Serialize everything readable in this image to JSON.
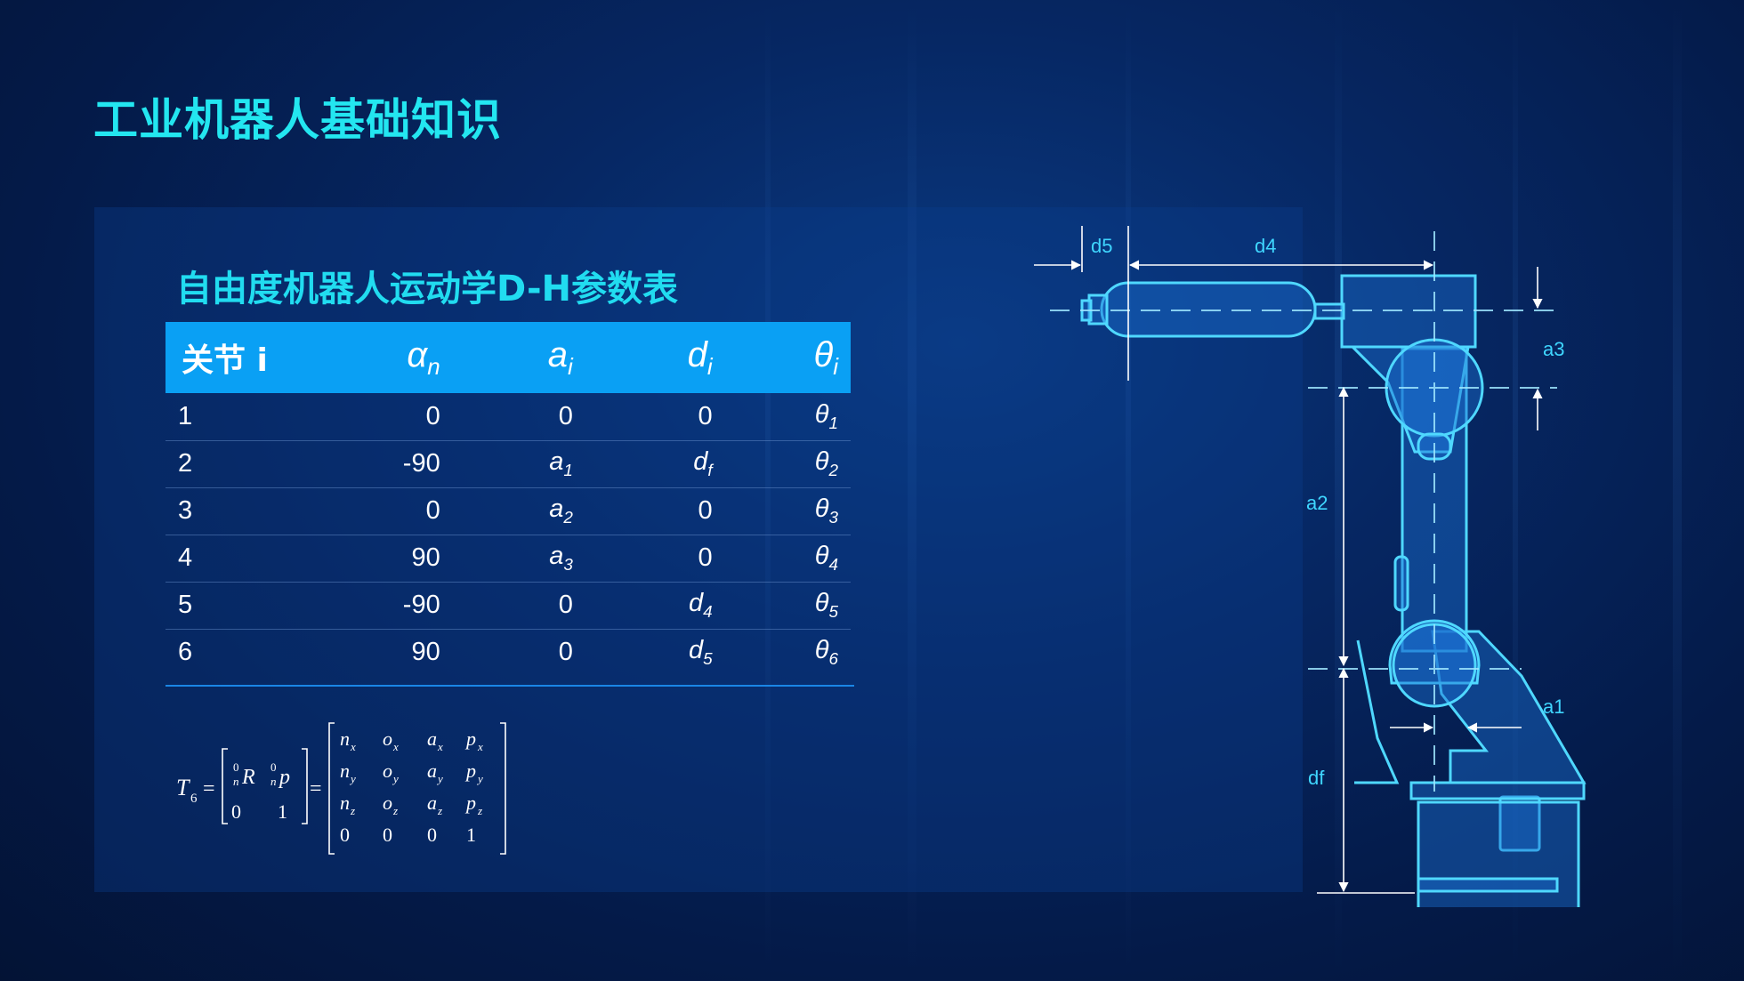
{
  "title": "工业机器人基础知识",
  "subtitle": "自由度机器人运动学D-H参数表",
  "table": {
    "headers": [
      {
        "base": "关节 i",
        "sub": ""
      },
      {
        "base": "α",
        "sub": "n"
      },
      {
        "base": "a",
        "sub": "i"
      },
      {
        "base": "d",
        "sub": "i"
      },
      {
        "base": "θ",
        "sub": "i"
      }
    ],
    "rows": [
      {
        "joint": "1",
        "alpha": "0",
        "a": {
          "base": "0",
          "sub": ""
        },
        "d": {
          "base": "0",
          "sub": ""
        },
        "theta": {
          "base": "θ",
          "sub": "1"
        }
      },
      {
        "joint": "2",
        "alpha": "-90",
        "a": {
          "base": "a",
          "sub": "1"
        },
        "d": {
          "base": "d",
          "sub": "f"
        },
        "theta": {
          "base": "θ",
          "sub": "2"
        }
      },
      {
        "joint": "3",
        "alpha": "0",
        "a": {
          "base": "a",
          "sub": "2"
        },
        "d": {
          "base": "0",
          "sub": ""
        },
        "theta": {
          "base": "θ",
          "sub": "3"
        }
      },
      {
        "joint": "4",
        "alpha": "90",
        "a": {
          "base": "a",
          "sub": "3"
        },
        "d": {
          "base": "0",
          "sub": ""
        },
        "theta": {
          "base": "θ",
          "sub": "4"
        }
      },
      {
        "joint": "5",
        "alpha": "-90",
        "a": {
          "base": "0",
          "sub": ""
        },
        "d": {
          "base": "d",
          "sub": "4"
        },
        "theta": {
          "base": "θ",
          "sub": "5"
        }
      },
      {
        "joint": "6",
        "alpha": "90",
        "a": {
          "base": "0",
          "sub": ""
        },
        "d": {
          "base": "d",
          "sub": "5"
        },
        "theta": {
          "base": "θ",
          "sub": "6"
        }
      }
    ]
  },
  "formula": {
    "lhs": "T",
    "lhs_sub": "6",
    "eq": "=",
    "block": {
      "r": "R",
      "p": "p",
      "pre_sup": "0",
      "pre_sub": "n",
      "zero": "0",
      "one": "1"
    },
    "matrix": [
      [
        {
          "b": "n",
          "s": "x"
        },
        {
          "b": "o",
          "s": "x"
        },
        {
          "b": "a",
          "s": "x"
        },
        {
          "b": "p",
          "s": "x"
        }
      ],
      [
        {
          "b": "n",
          "s": "y"
        },
        {
          "b": "o",
          "s": "y"
        },
        {
          "b": "a",
          "s": "y"
        },
        {
          "b": "p",
          "s": "y"
        }
      ],
      [
        {
          "b": "n",
          "s": "z"
        },
        {
          "b": "o",
          "s": "z"
        },
        {
          "b": "a",
          "s": "z"
        },
        {
          "b": "p",
          "s": "z"
        }
      ],
      [
        {
          "b": "0",
          "s": ""
        },
        {
          "b": "0",
          "s": ""
        },
        {
          "b": "0",
          "s": ""
        },
        {
          "b": "1",
          "s": ""
        }
      ]
    ]
  },
  "diagram_labels": {
    "d5": "d5",
    "d4": "d4",
    "a3": "a3",
    "a2": "a2",
    "a1": "a1",
    "df": "df"
  },
  "colors": {
    "title": "#23e6f0",
    "header_bg": "#0aa0f4",
    "diagram_stroke": "#4fd8ff",
    "diagram_fill": "#1a6fd0"
  }
}
